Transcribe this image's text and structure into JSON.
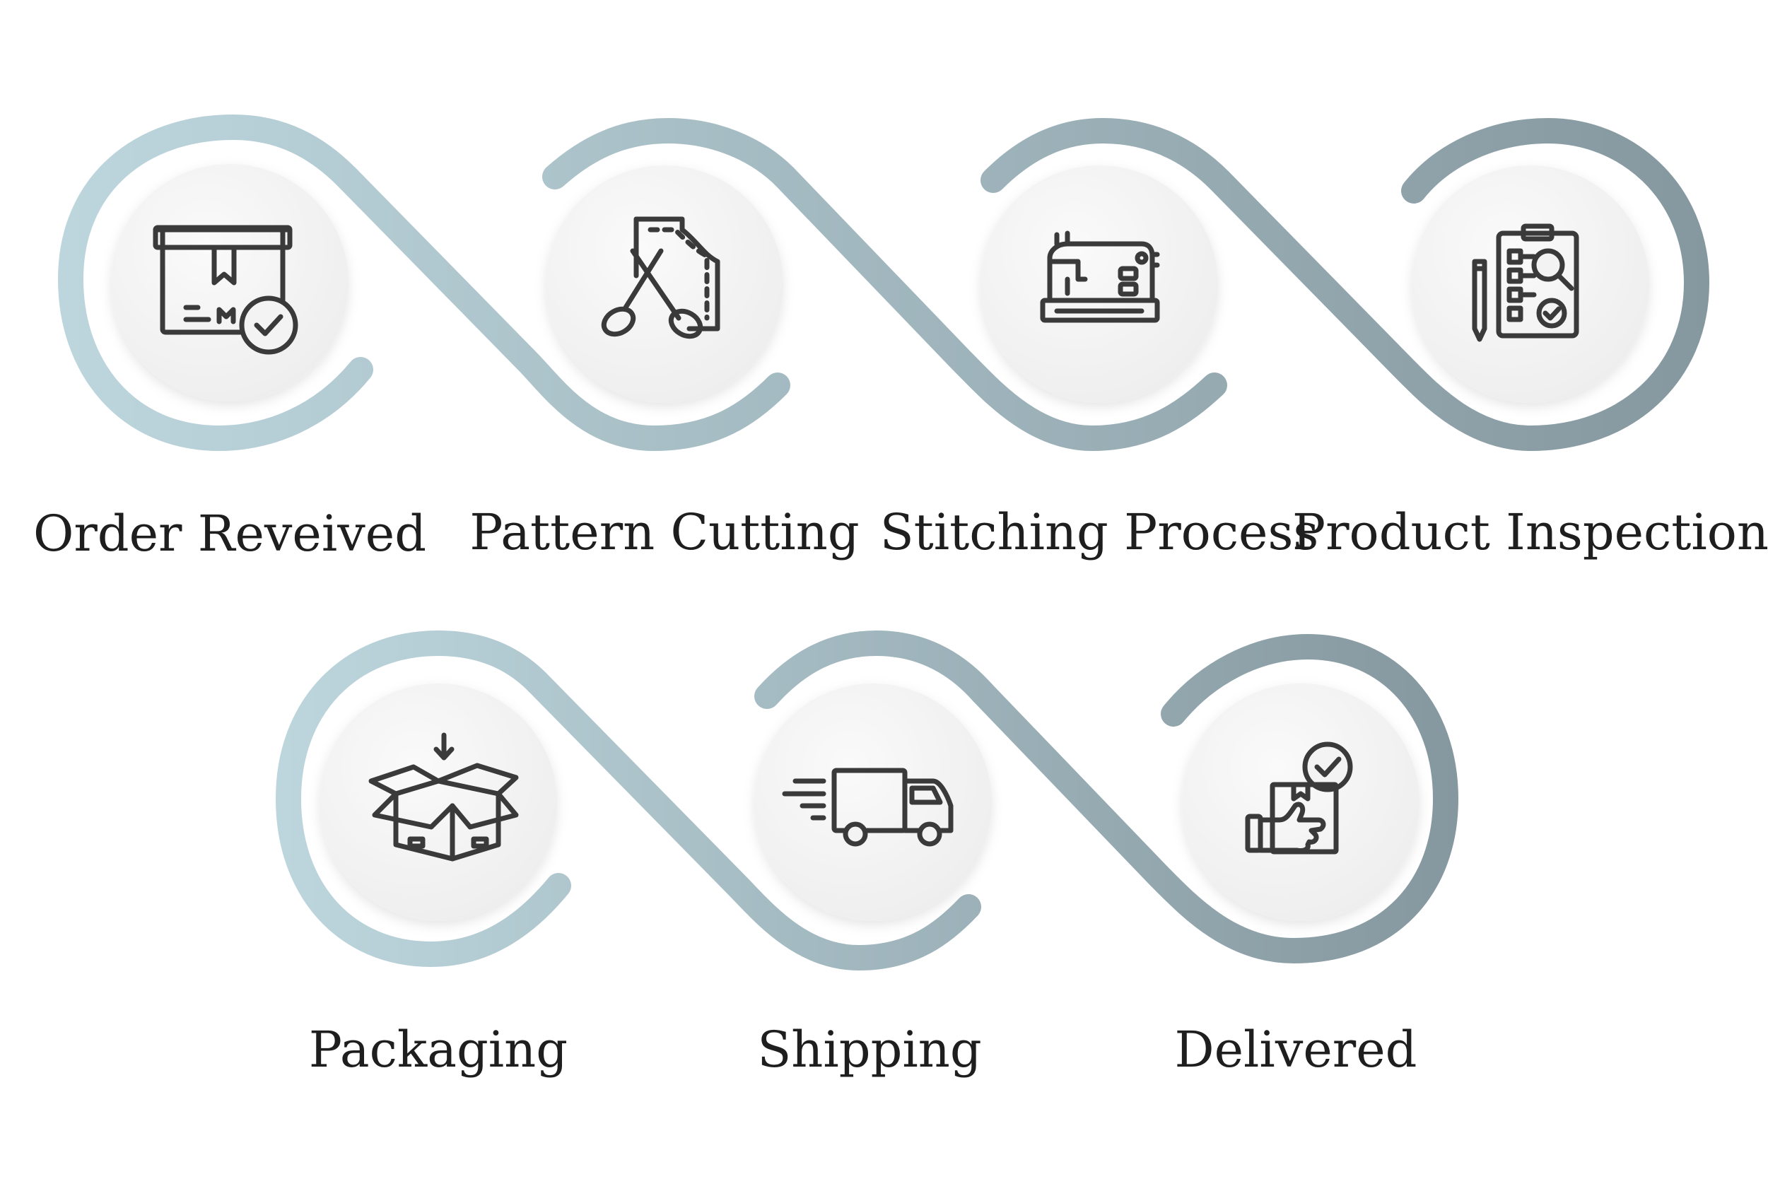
{
  "diagram": {
    "steps": [
      {
        "label": "Order Reveived",
        "icon": "package-check-icon"
      },
      {
        "label": "Pattern Cutting",
        "icon": "scissors-pattern-icon"
      },
      {
        "label": "Stitching Process",
        "icon": "sewing-machine-icon"
      },
      {
        "label": "Product Inspection",
        "icon": "clipboard-inspection-icon"
      },
      {
        "label": "Packaging",
        "icon": "open-box-icon"
      },
      {
        "label": "Shipping",
        "icon": "delivery-truck-icon"
      },
      {
        "label": "Delivered",
        "icon": "hand-box-check-icon"
      }
    ],
    "colors": {
      "ribbon_start": "#bdd6dd",
      "ribbon_end": "#85979f",
      "circle_fill": "#f2f2f2",
      "icon_stroke": "#3a3a3a",
      "label_text": "#1e1e1e"
    }
  }
}
